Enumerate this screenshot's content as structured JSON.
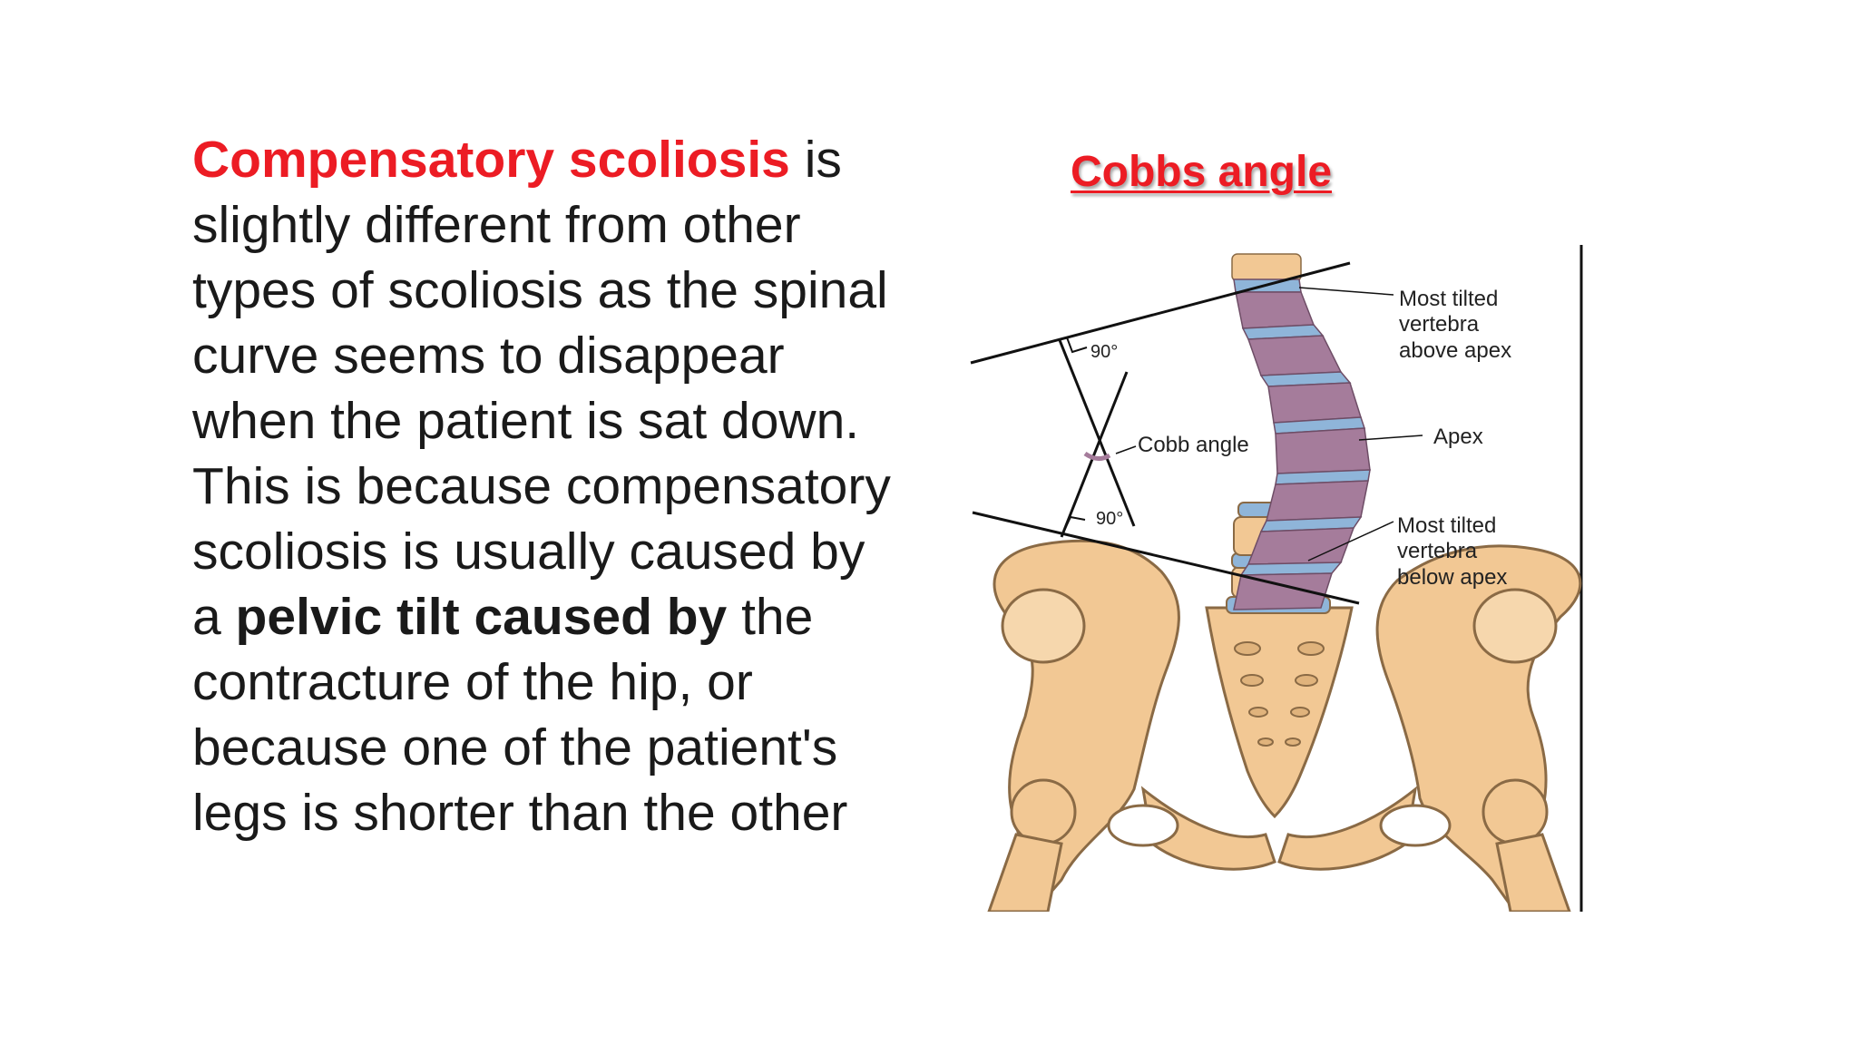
{
  "paragraph": {
    "term": "Compensatory scoliosis",
    "part1": " is slightly different from other types of scoliosis as the spinal curve seems to disappear when the patient is sat down. This is because compensatory scoliosis is usually caused by a ",
    "bold": "pelvic tilt caused by",
    "part2": " the contracture of the hip, or because one of the patient's legs is shorter than the other"
  },
  "figure": {
    "title": "Cobbs angle",
    "labels": {
      "upper_vertebra_line1": "Most tilted",
      "upper_vertebra_line2": "vertebra",
      "upper_vertebra_line3": "above apex",
      "apex": "Apex",
      "lower_vertebra_line1": "Most tilted",
      "lower_vertebra_line2": "vertebra",
      "lower_vertebra_line3": "below apex",
      "cobb_angle": "Cobb angle",
      "degree_top": "90°",
      "degree_bottom": "90°"
    }
  },
  "colors": {
    "accent_red": "#ec1c24",
    "vertebra": "#a57c9b",
    "disc": "#8fb5d9",
    "bone": "#f2c894",
    "bone_outline": "#8a6a45"
  }
}
